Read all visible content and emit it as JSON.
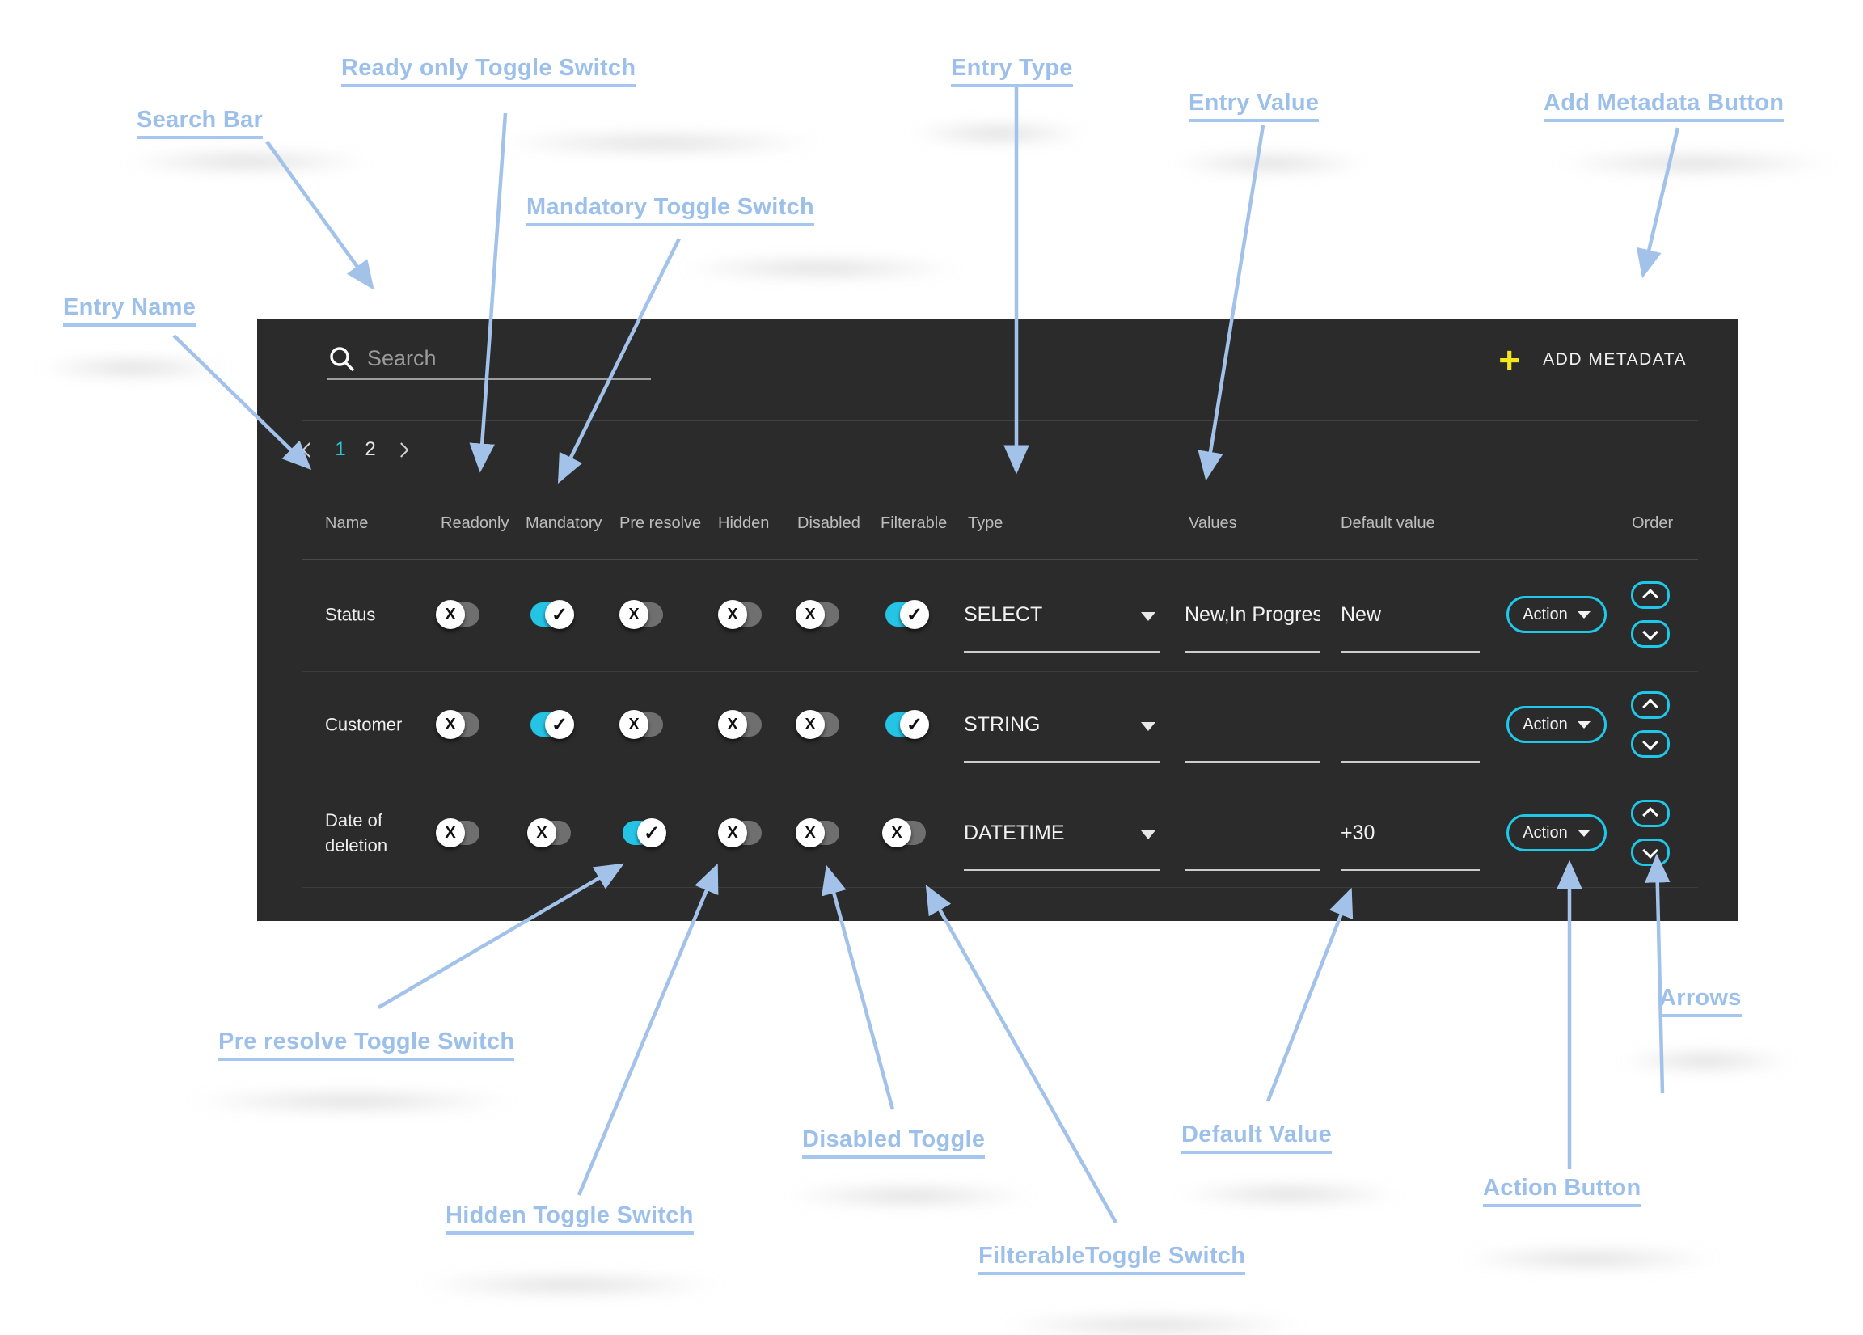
{
  "annotations": {
    "search_bar": "Search Bar",
    "ready_only": "Ready only Toggle Switch",
    "mandatory": "Mandatory Toggle Switch",
    "entry_name": "Entry Name",
    "entry_type": "Entry Type",
    "entry_value": "Entry Value",
    "add_metadata": "Add Metadata  Button",
    "pre_resolve": "Pre resolve Toggle Switch",
    "hidden": "Hidden Toggle Switch",
    "disabled": "Disabled Toggle",
    "filterable": "FilterableToggle Switch",
    "default_value": "Default Value",
    "action_button": "Action Button",
    "arrows": "Arrows"
  },
  "panel": {
    "search": {
      "placeholder": "Search",
      "value": ""
    },
    "add_metadata_label": "ADD METADATA",
    "pagination": {
      "pages": [
        "1",
        "2"
      ],
      "active": "1"
    },
    "headers": {
      "name": "Name",
      "readonly": "Readonly",
      "mandatory": "Mandatory",
      "pre_resolve": "Pre resolve",
      "hidden": "Hidden",
      "disabled": "Disabled",
      "filterable": "Filterable",
      "type": "Type",
      "values": "Values",
      "default_value": "Default value",
      "order": "Order"
    },
    "rows": [
      {
        "name": "Status",
        "toggles": {
          "readonly": false,
          "mandatory": true,
          "pre_resolve": false,
          "hidden": false,
          "disabled": false,
          "filterable": true
        },
        "type": "SELECT",
        "values": "New,In Progres",
        "default_value": "New",
        "action": "Action"
      },
      {
        "name": "Customer",
        "toggles": {
          "readonly": false,
          "mandatory": true,
          "pre_resolve": false,
          "hidden": false,
          "disabled": false,
          "filterable": true
        },
        "type": "STRING",
        "values": "",
        "default_value": "",
        "action": "Action"
      },
      {
        "name": "Date of deletion",
        "toggles": {
          "readonly": false,
          "mandatory": false,
          "pre_resolve": true,
          "hidden": false,
          "disabled": false,
          "filterable": false
        },
        "type": "DATETIME",
        "values": "",
        "default_value": "+30",
        "action": "Action"
      }
    ]
  },
  "colors": {
    "accent_cyan": "#1fc8e8",
    "annotation_blue": "#9cc0ea",
    "plus_yellow": "#f3e71e",
    "panel_bg": "#2b2b2b"
  }
}
